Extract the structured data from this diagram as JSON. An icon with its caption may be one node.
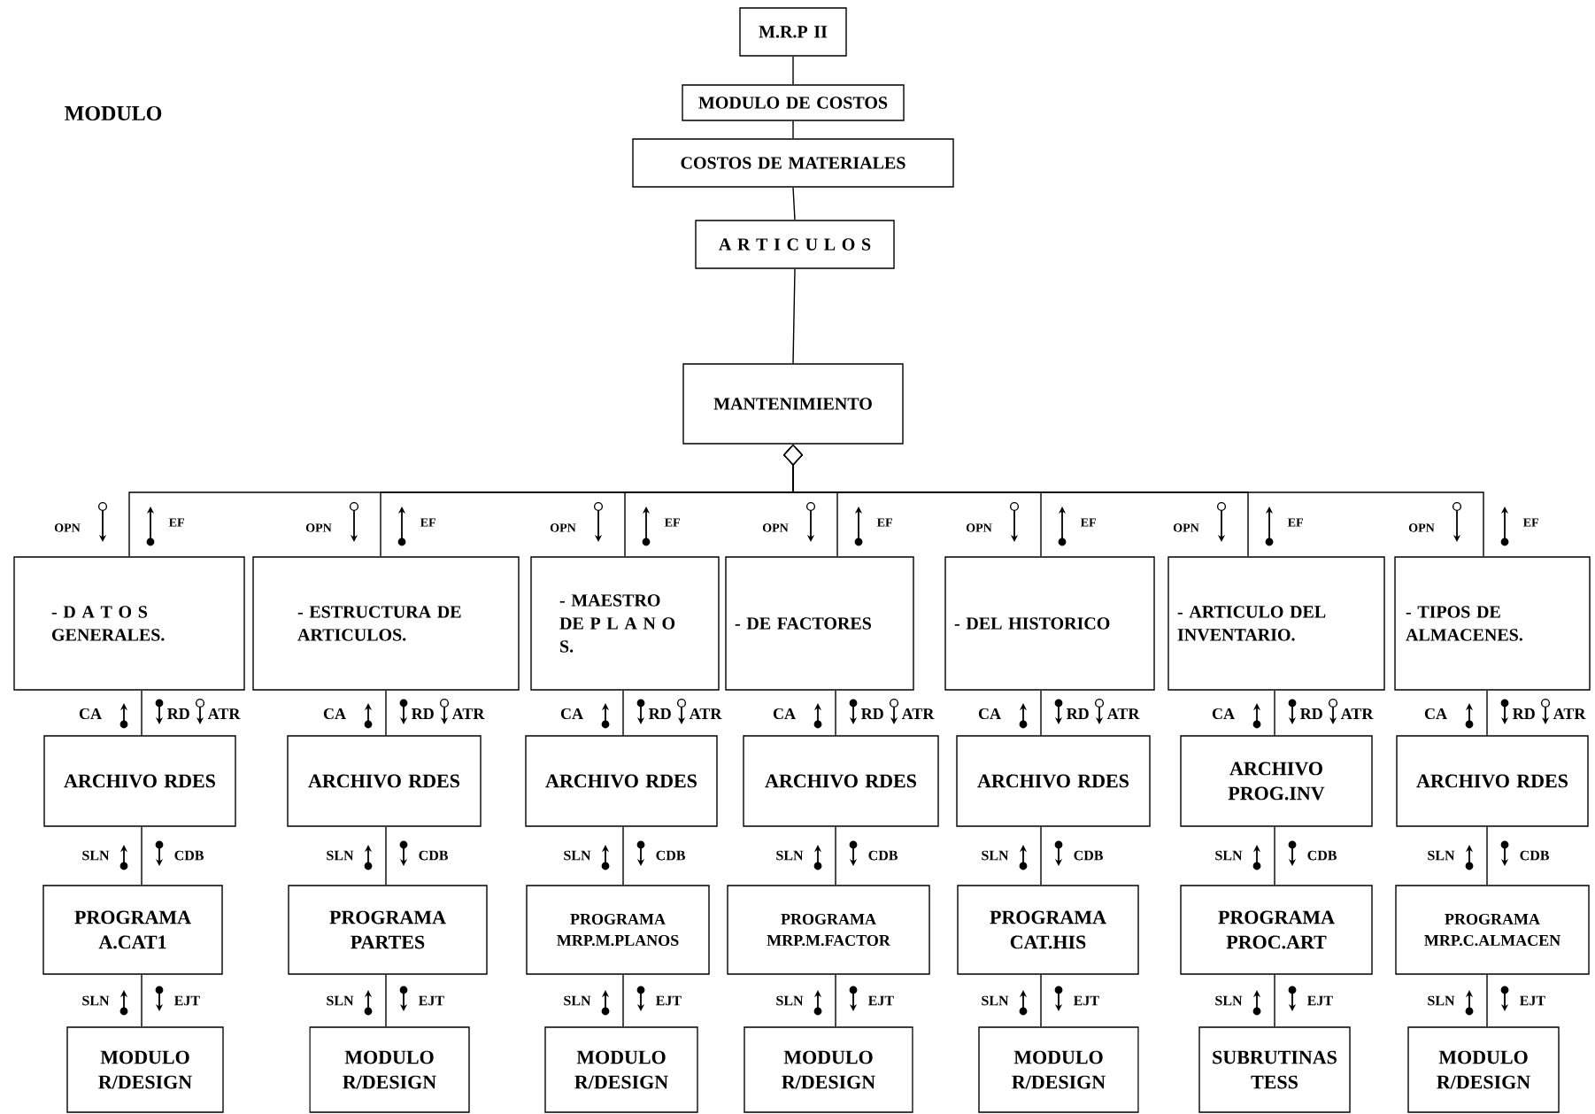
{
  "diagram": {
    "nodes": [
      {
        "text": [
          "M.R.P II"
        ]
      },
      {
        "text": [
          "MODULO DE COSTOS"
        ]
      },
      {
        "text": [
          "COSTOS DE MATERIALES"
        ]
      },
      {
        "text": [
          "A R T I C U L O S"
        ]
      },
      {
        "text": [
          "MANTENIMIENTO"
        ]
      },
      {
        "text": [
          "- D A T O S GENERALES."
        ]
      },
      {
        "text": [
          "- ESTRUCTURA DE ARTICULOS."
        ]
      },
      {
        "text": [
          "- MAESTRO DE P L A N O S."
        ]
      },
      {
        "text": [
          "- DE FACTORES"
        ]
      },
      {
        "text": [
          "- DEL HISTORICO"
        ]
      },
      {
        "text": [
          "- ARTICULO DEL INVENTARIO."
        ]
      },
      {
        "text": [
          "- TIPOS DE ALMACENES."
        ]
      },
      {
        "text": [
          "ARCHIVO RDES"
        ]
      },
      {
        "text": [
          "ARCHIVO RDES"
        ]
      },
      {
        "text": [
          "ARCHIVO RDES"
        ]
      },
      {
        "text": [
          "ARCHIVO RDES"
        ]
      },
      {
        "text": [
          "ARCHIVO RDES"
        ]
      },
      {
        "text": [
          "ARCHIVO PROG.INV"
        ]
      },
      {
        "text": [
          "ARCHIVO RDES"
        ]
      },
      {
        "text": [
          "PROGRAMA A.CAT1"
        ]
      },
      {
        "text": [
          "PROGRAMA PARTES"
        ]
      },
      {
        "text": [
          "PROGRAMA MRP.M.PLANOS"
        ]
      },
      {
        "text": [
          "PROGRAMA MRP.M.FACTOR"
        ]
      },
      {
        "text": [
          "PROGRAMA CAT.HIS"
        ]
      },
      {
        "text": [
          "PROGRAMA PROC.ART"
        ]
      },
      {
        "text": [
          "PROGRAMA MRP.C.ALMACEN"
        ]
      },
      {
        "text": [
          "MODULO R/DESIGN"
        ]
      },
      {
        "text": [
          "MODULO R/DESIGN"
        ]
      },
      {
        "text": [
          "MODULO R/DESIGN"
        ]
      },
      {
        "text": [
          "MODULO R/DESIGN"
        ]
      },
      {
        "text": [
          "MODULO R/DESIGN"
        ]
      },
      {
        "text": [
          "SUBRUTINAS TESS"
        ]
      },
      {
        "text": [
          "MODULO R/DESIGN"
        ]
      }
    ],
    "edges": [
      {
        "from": 0,
        "to": 1,
        "arrow": "none"
      },
      {
        "from": 1,
        "to": 2,
        "arrow": "none"
      },
      {
        "from": 2,
        "to": 3,
        "arrow": "none"
      },
      {
        "from": 3,
        "to": 4,
        "arrow": "none"
      },
      {
        "from": 4,
        "to": 5,
        "arrow": "other"
      },
      {
        "from": 4,
        "to": 6,
        "arrow": "other"
      },
      {
        "from": 4,
        "to": 7,
        "arrow": "other"
      },
      {
        "from": 4,
        "to": 8,
        "arrow": "other"
      },
      {
        "from": 4,
        "to": 9,
        "arrow": "other"
      },
      {
        "from": 4,
        "to": 10,
        "arrow": "other"
      },
      {
        "from": 4,
        "to": 11,
        "arrow": "other"
      },
      {
        "from": 5,
        "to": 12,
        "arrow": "none"
      },
      {
        "from": 6,
        "to": 13,
        "arrow": "none"
      },
      {
        "from": 7,
        "to": 14,
        "arrow": "none"
      },
      {
        "from": 8,
        "to": 15,
        "arrow": "none"
      },
      {
        "from": 9,
        "to": 16,
        "arrow": "none"
      },
      {
        "from": 10,
        "to": 17,
        "arrow": "none"
      },
      {
        "from": 11,
        "to": 18,
        "arrow": "none"
      },
      {
        "from": 12,
        "to": 19,
        "arrow": "none"
      },
      {
        "from": 13,
        "to": 20,
        "arrow": "none"
      },
      {
        "from": 14,
        "to": 21,
        "arrow": "none"
      },
      {
        "from": 15,
        "to": 22,
        "arrow": "none"
      },
      {
        "from": 16,
        "to": 23,
        "arrow": "none"
      },
      {
        "from": 17,
        "to": 24,
        "arrow": "none"
      },
      {
        "from": 18,
        "to": 25,
        "arrow": "none"
      },
      {
        "from": 19,
        "to": 26,
        "arrow": "none"
      },
      {
        "from": 20,
        "to": 27,
        "arrow": "none"
      },
      {
        "from": 21,
        "to": 28,
        "arrow": "none"
      },
      {
        "from": 22,
        "to": 29,
        "arrow": "none"
      },
      {
        "from": 23,
        "to": 30,
        "arrow": "none"
      },
      {
        "from": 24,
        "to": 31,
        "arrow": "none"
      },
      {
        "from": 25,
        "to": 32,
        "arrow": "none"
      }
    ],
    "labels": [
      "MODULO",
      "OPN",
      "EF",
      "OPN",
      "EF",
      "OPN",
      "EF",
      "OPN",
      "EF",
      "OPN",
      "EF",
      "OPN",
      "EF",
      "OPN",
      "EF",
      "CA",
      "RD",
      "ATR",
      "CA",
      "RD",
      "ATR",
      "CA",
      "RD",
      "ATR",
      "CA",
      "RD",
      "ATR",
      "CA",
      "RD",
      "ATR",
      "CA",
      "RD",
      "ATR",
      "CA",
      "RD",
      "ATR",
      "SLN",
      "CDB",
      "SLN",
      "CDB",
      "SLN",
      "CDB",
      "SLN",
      "CDB",
      "SLN",
      "CDB",
      "SLN",
      "CDB",
      "SLN",
      "CDB",
      "SLN",
      "EJT",
      "SLN",
      "EJT",
      "SLN",
      "EJT",
      "SLN",
      "EJT",
      "SLN",
      "EJT",
      "SLN",
      "EJT",
      "SLN",
      "EJT"
    ]
  }
}
